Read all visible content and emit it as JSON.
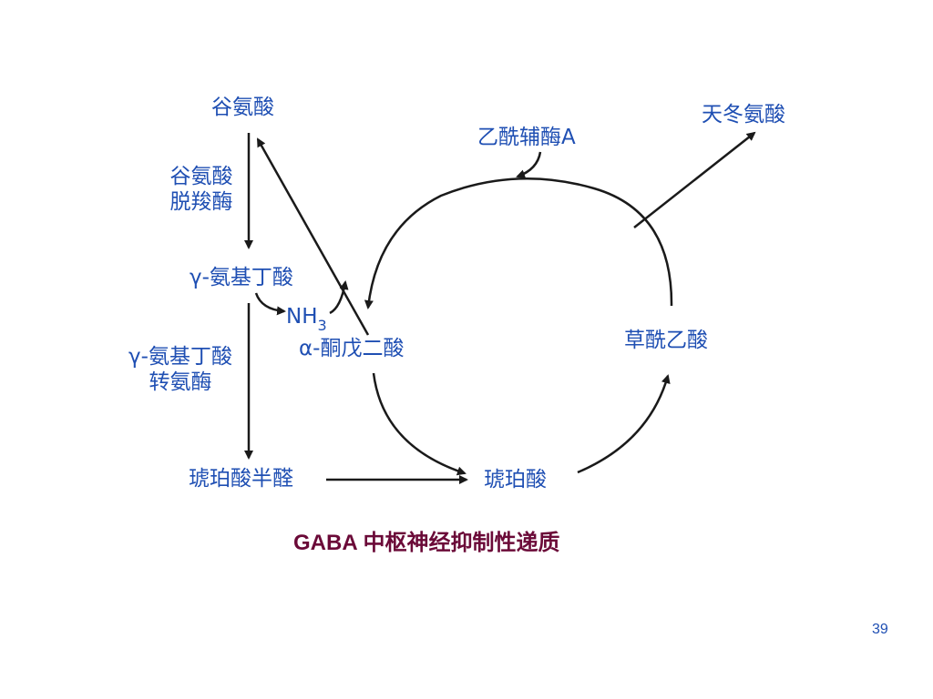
{
  "labels": {
    "glutamate": "谷氨酸",
    "gad_line1": "谷氨酸",
    "gad_line2": "脱羧酶",
    "gaba": "γ-氨基丁酸",
    "gaba_t_line1": "γ-氨基丁酸",
    "gaba_t_line2": "转氨酶",
    "ssa": "琥珀酸半醛",
    "nh3_main": "NH",
    "nh3_sub": "3",
    "akg": "α-酮戊二酸",
    "acetyl_coa": "乙酰辅酶A",
    "aspartate": "天冬氨酸",
    "oxaloacetate": "草酰乙酸",
    "succinate": "琥珀酸"
  },
  "caption": "GABA  中枢神经抑制性递质",
  "page_number": "39",
  "colors": {
    "text": "#1f4fb3",
    "caption": "#6b0a38",
    "lines": "#1a1a1a"
  }
}
